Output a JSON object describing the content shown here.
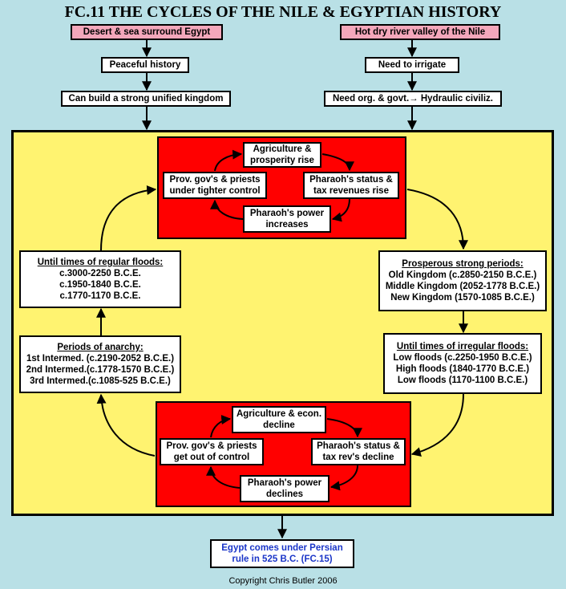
{
  "title": "FC.11 THE CYCLES OF THE NILE & EGYPTIAN HISTORY",
  "left_chain": {
    "top": "Desert & sea surround Egypt",
    "mid": "Peaceful history",
    "bottom": "Can build a strong unified kingdom"
  },
  "right_chain": {
    "top": "Hot dry river valley of the Nile",
    "mid": "Need to irrigate",
    "bottom": "Need org. & govt.→ Hydraulic civiliz."
  },
  "upper_cycle": {
    "top": [
      "Agriculture &",
      "prosperity rise"
    ],
    "right": [
      "Pharaoh's status &",
      "tax revenues rise"
    ],
    "bottom": [
      "Pharaoh's power",
      "increases"
    ],
    "left": [
      "Prov.  gov's & priests",
      "under tighter control"
    ]
  },
  "lower_cycle": {
    "top": [
      "Agriculture & econ.",
      "decline"
    ],
    "right": [
      "Pharaoh's status &",
      "tax rev's decline"
    ],
    "bottom": [
      "Pharaoh's power",
      "declines"
    ],
    "left": [
      "Prov. gov's & priests",
      "get out of control"
    ]
  },
  "regular_floods": {
    "heading": "Until times of regular floods:",
    "items": [
      "c.3000-2250 B.C.E.",
      "c.1950-1840 B.C.E.",
      "c.1770-1170 B.C.E."
    ]
  },
  "anarchy": {
    "heading": "Periods of anarchy:",
    "items": [
      "1st Intermed. (c.2190-2052 B.C.E.)",
      "2nd Intermed.(c.1778-1570 B.C.E.)",
      "3rd Intermed.(c.1085-525 B.C.E.)"
    ]
  },
  "prosperous": {
    "heading": "Prosperous strong periods:",
    "items": [
      "Old Kingdom (c.2850-2150 B.C.E.)",
      "Middle Kingdom (2052-1778 B.C.E.)",
      "New Kingdom (1570-1085 B.C.E.)"
    ]
  },
  "irregular_floods": {
    "heading": "Until times of irregular floods:",
    "items": [
      "Low floods (c.2250-1950 B.C.E.)",
      "High floods (1840-1770 B.C.E.)",
      "Low floods (1170-1100 B.C.E.)"
    ]
  },
  "persian": [
    "Egypt comes under Persian",
    "rule in 525 B.C. (FC.15)"
  ],
  "copyright": "Copyright Chris Butler 2006",
  "colors": {
    "background": "#b9e0e6",
    "panel": "#fff370",
    "cycle": "#ff0000",
    "pink": "#f4a7bb",
    "link": "#1a35c8"
  }
}
